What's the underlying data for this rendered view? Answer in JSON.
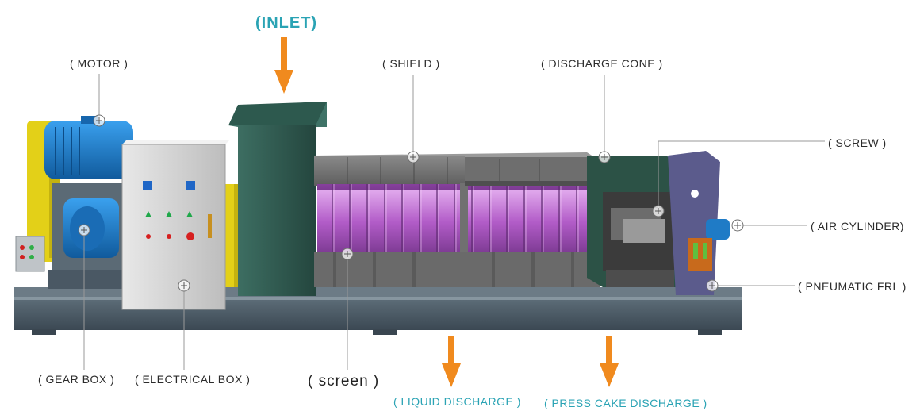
{
  "labels": {
    "inlet": "(INLET)",
    "motor": "( MOTOR )",
    "shield": "( SHIELD )",
    "discharge_cone": "( DISCHARGE  CONE )",
    "screw": "( SCREW )",
    "air_cylinder": "( AIR CYLINDER)",
    "pneumatic_frl": "( PNEUMATIC FRL )",
    "gear_box": "( GEAR BOX )",
    "electrical_box": "( ELECTRICAL BOX )",
    "screen": "( screen )",
    "liquid_discharge": "( LIQUID DISCHARGE )",
    "press_cake_discharge": "( PRESS CAKE DISCHARGE )"
  },
  "colors": {
    "arrow": "#f08a1e",
    "label_teal": "#2aa3b4",
    "leader_line": "#9a9a9a",
    "frame": "#4a5a66",
    "motor": "#1f7fd0",
    "screen_mesh": "#c878d8",
    "hopper": "#2f5a4f",
    "electrical_box": "#dcdcdc",
    "yellow_guard": "#e6d21a",
    "end_plate": "#5a5a8a"
  }
}
